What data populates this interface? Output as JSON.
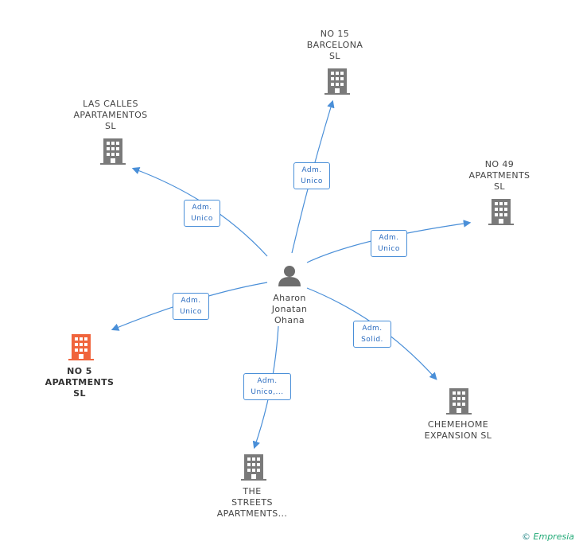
{
  "center": {
    "name": "Aharon\nJonatan\nOhana"
  },
  "nodes": [
    {
      "id": "n15",
      "label": "NO 15\nBARCELONA\nSL",
      "highlight": false
    },
    {
      "id": "calles",
      "label": "LAS CALLES\nAPARTAMENTOS\nSL",
      "highlight": false
    },
    {
      "id": "n49",
      "label": "NO 49\nAPARTMENTS\nSL",
      "highlight": false
    },
    {
      "id": "n5",
      "label": "NO 5\nAPARTMENTS\nSL",
      "highlight": true
    },
    {
      "id": "cheme",
      "label": "CHEMEHOME\nEXPANSION  SL",
      "highlight": false
    },
    {
      "id": "streets",
      "label": "THE\nSTREETS\nAPARTMENTS...",
      "highlight": false
    }
  ],
  "edges": [
    {
      "to": "n15",
      "label": "Adm.\nUnico"
    },
    {
      "to": "calles",
      "label": "Adm.\nUnico"
    },
    {
      "to": "n49",
      "label": "Adm.\nUnico"
    },
    {
      "to": "n5",
      "label": "Adm.\nUnico"
    },
    {
      "to": "cheme",
      "label": "Adm.\nSolid."
    },
    {
      "to": "streets",
      "label": "Adm.\nUnico,..."
    }
  ],
  "footer": {
    "copyright": "©",
    "brand": "Empresia"
  },
  "colors": {
    "edge": "#4a8fd8",
    "building": "#7a7a7a",
    "highlight": "#f0643c",
    "person": "#6d6d6d"
  }
}
